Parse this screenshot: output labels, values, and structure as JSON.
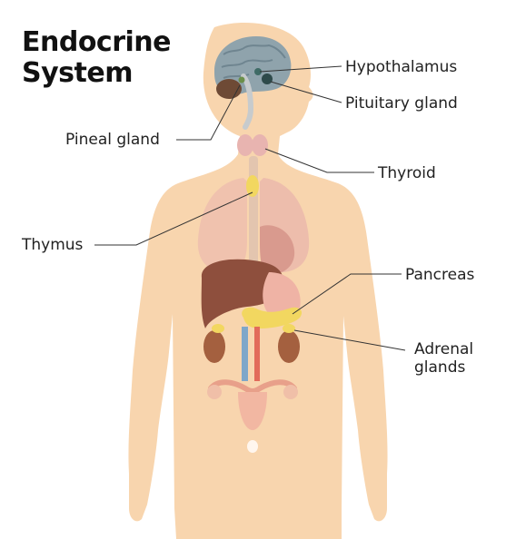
{
  "title": {
    "line1": "Endocrine",
    "line2": "System"
  },
  "labels": {
    "hypothalamus": "Hypothalamus",
    "pituitary": "Pituitary gland",
    "pineal": "Pineal gland",
    "thyroid": "Thyroid",
    "thymus": "Thymus",
    "pancreas": "Pancreas",
    "adrenal_line1": "Adrenal",
    "adrenal_line2": "glands"
  },
  "colors": {
    "skin": "#F8D5AE",
    "brain": "#8FA3AC",
    "liver": "#8E4F3D",
    "gland": "#F2D760",
    "kidney": "#A4603F",
    "leader": "#333333"
  }
}
